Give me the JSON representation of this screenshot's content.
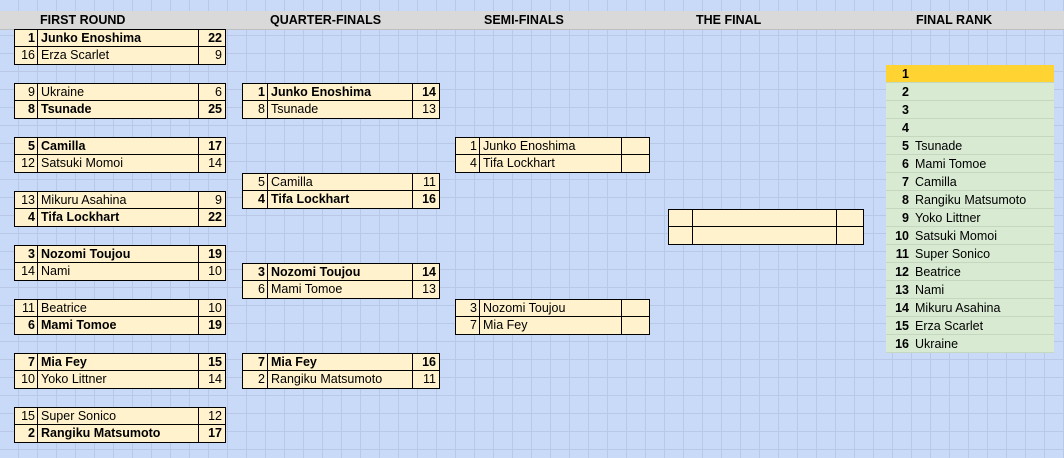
{
  "headers": [
    "FIRST ROUND",
    "QUARTER-FINALS",
    "SEMI-FINALS",
    "THE FINAL",
    "FINAL RANK"
  ],
  "first_round": [
    {
      "a": {
        "seed": "1",
        "name": "Junko Enoshima",
        "score": "22",
        "winner": true
      },
      "b": {
        "seed": "16",
        "name": "Erza Scarlet",
        "score": "9",
        "winner": false
      }
    },
    {
      "a": {
        "seed": "9",
        "name": "Ukraine",
        "score": "6",
        "winner": false
      },
      "b": {
        "seed": "8",
        "name": "Tsunade",
        "score": "25",
        "winner": true
      }
    },
    {
      "a": {
        "seed": "5",
        "name": "Camilla",
        "score": "17",
        "winner": true
      },
      "b": {
        "seed": "12",
        "name": "Satsuki Momoi",
        "score": "14",
        "winner": false
      }
    },
    {
      "a": {
        "seed": "13",
        "name": "Mikuru Asahina",
        "score": "9",
        "winner": false
      },
      "b": {
        "seed": "4",
        "name": "Tifa Lockhart",
        "score": "22",
        "winner": true
      }
    },
    {
      "a": {
        "seed": "3",
        "name": "Nozomi Toujou",
        "score": "19",
        "winner": true
      },
      "b": {
        "seed": "14",
        "name": "Nami",
        "score": "10",
        "winner": false
      }
    },
    {
      "a": {
        "seed": "11",
        "name": "Beatrice",
        "score": "10",
        "winner": false
      },
      "b": {
        "seed": "6",
        "name": "Mami Tomoe",
        "score": "19",
        "winner": true
      }
    },
    {
      "a": {
        "seed": "7",
        "name": "Mia Fey",
        "score": "15",
        "winner": true
      },
      "b": {
        "seed": "10",
        "name": "Yoko Littner",
        "score": "14",
        "winner": false
      }
    },
    {
      "a": {
        "seed": "15",
        "name": "Super Sonico",
        "score": "12",
        "winner": false
      },
      "b": {
        "seed": "2",
        "name": "Rangiku Matsumoto",
        "score": "17",
        "winner": true
      }
    }
  ],
  "quarter_finals": [
    {
      "a": {
        "seed": "1",
        "name": "Junko Enoshima",
        "score": "14",
        "winner": true
      },
      "b": {
        "seed": "8",
        "name": "Tsunade",
        "score": "13",
        "winner": false
      }
    },
    {
      "a": {
        "seed": "5",
        "name": "Camilla",
        "score": "11",
        "winner": false
      },
      "b": {
        "seed": "4",
        "name": "Tifa Lockhart",
        "score": "16",
        "winner": true
      }
    },
    {
      "a": {
        "seed": "3",
        "name": "Nozomi Toujou",
        "score": "14",
        "winner": true
      },
      "b": {
        "seed": "6",
        "name": "Mami Tomoe",
        "score": "13",
        "winner": false
      }
    },
    {
      "a": {
        "seed": "7",
        "name": "Mia Fey",
        "score": "16",
        "winner": true
      },
      "b": {
        "seed": "2",
        "name": "Rangiku Matsumoto",
        "score": "11",
        "winner": false
      }
    }
  ],
  "semi_finals": [
    {
      "a": {
        "seed": "1",
        "name": "Junko Enoshima",
        "score": "",
        "winner": false
      },
      "b": {
        "seed": "4",
        "name": "Tifa Lockhart",
        "score": "",
        "winner": false
      }
    },
    {
      "a": {
        "seed": "3",
        "name": "Nozomi Toujou",
        "score": "",
        "winner": false
      },
      "b": {
        "seed": "7",
        "name": "Mia Fey",
        "score": "",
        "winner": false
      }
    }
  ],
  "final": [
    {
      "a": {
        "seed": "",
        "name": "",
        "score": "",
        "winner": false
      },
      "b": {
        "seed": "",
        "name": "",
        "score": "",
        "winner": false
      }
    }
  ],
  "final_rank": [
    {
      "pos": "1",
      "name": ""
    },
    {
      "pos": "2",
      "name": ""
    },
    {
      "pos": "3",
      "name": ""
    },
    {
      "pos": "4",
      "name": ""
    },
    {
      "pos": "5",
      "name": "Tsunade"
    },
    {
      "pos": "6",
      "name": "Mami Tomoe"
    },
    {
      "pos": "7",
      "name": "Camilla"
    },
    {
      "pos": "8",
      "name": "Rangiku Matsumoto"
    },
    {
      "pos": "9",
      "name": "Yoko Littner"
    },
    {
      "pos": "10",
      "name": "Satsuki Momoi"
    },
    {
      "pos": "11",
      "name": "Super Sonico"
    },
    {
      "pos": "12",
      "name": "Beatrice"
    },
    {
      "pos": "13",
      "name": "Nami"
    },
    {
      "pos": "14",
      "name": "Mikuru Asahina"
    },
    {
      "pos": "15",
      "name": "Erza Scarlet"
    },
    {
      "pos": "16",
      "name": "Ukraine"
    }
  ],
  "colors": {
    "sheet_bg": "#c9daf8",
    "header_bg": "#d9d9d9",
    "slot_bg": "#fff2cc",
    "rank_bg": "#d9ead3",
    "rank_highlight": "#ffd332"
  }
}
